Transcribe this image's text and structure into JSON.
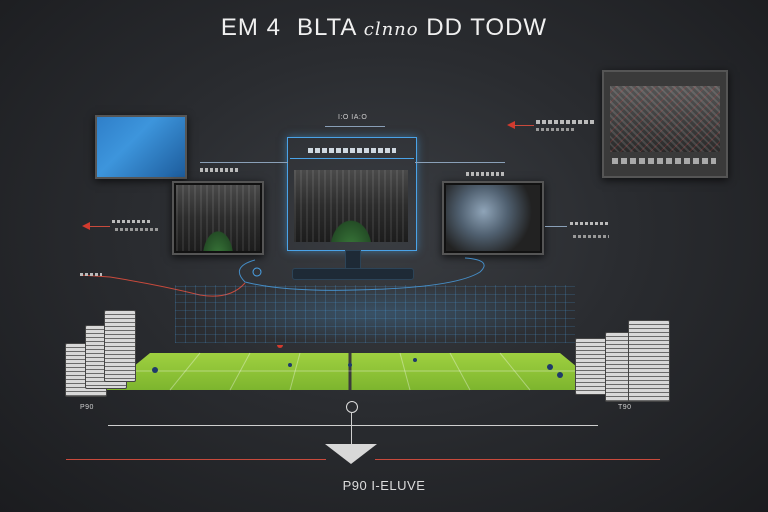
{
  "title": {
    "part1": "EM 4",
    "part2": "BLTA",
    "part3": "clnno",
    "part4": "DD TODW"
  },
  "footer": "P90 I-ELUVE",
  "labels": {
    "center_top": "I:O IA:O",
    "side_left_bottom": "P90",
    "side_right_bottom": "T90"
  },
  "colors": {
    "accent_blue": "#4aa3e8",
    "accent_red": "#d23a2e",
    "field_green": "#a8d646"
  }
}
